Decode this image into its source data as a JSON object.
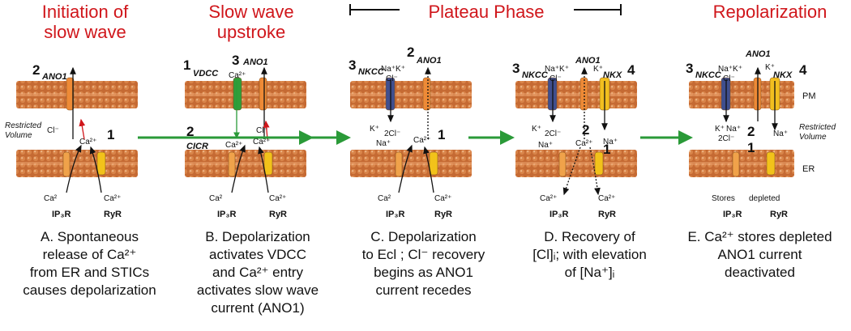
{
  "phases": [
    {
      "id": "initiation",
      "title": "Initiation of\nslow wave"
    },
    {
      "id": "upstroke",
      "title": "Slow wave\nupstroke"
    },
    {
      "id": "plateau",
      "title": "Plateau Phase"
    },
    {
      "id": "repolarization",
      "title": "Repolarization"
    }
  ],
  "colors": {
    "phase_title": "#d0161b",
    "membrane": "#c56a33",
    "membrane_light": "#e9a06c",
    "arrow_green": "#2a9a38",
    "ano1": "#ee8a36",
    "vdcc": "#2f9e3a",
    "nkcc": "#3f4f8f",
    "nkx": "#f2bf1f",
    "ip3r": "#f0a24a",
    "ryr": "#f2c21a"
  },
  "panels": [
    {
      "id": "A",
      "caption": "A. Spontaneous\nrelease of Ca²⁺\nfrom ER and STICs\ncauses depolarization",
      "labels": {
        "ano1_num": "2",
        "ano1": "ANO1",
        "restricted": "Restricted\nVolume",
        "cl": "Cl⁻",
        "ca_mid": "Ca²⁺",
        "num1": "1",
        "ca_left": "Ca²",
        "ca_right": "Ca²⁺",
        "ip3r": "IP₃R",
        "ryr": "RyR"
      }
    },
    {
      "id": "B",
      "caption": "B. Depolarization\nactivates VDCC\nand Ca²⁺ entry\nactivates slow wave\ncurrent (ANO1)",
      "labels": {
        "num1": "1",
        "vdcc": "VDCC",
        "num3": "3",
        "ano1": "ANO1",
        "ca_top": "Ca²⁺",
        "cl": "Cl⁻",
        "num2": "2",
        "cicr": "CICR",
        "ca_mid_left": "Ca²⁺",
        "ca_mid_right": "Ca²⁺",
        "ca_left": "Ca²",
        "ca_right": "Ca²⁺",
        "ip3r": "IP₃R",
        "ryr": "RyR"
      }
    },
    {
      "id": "C",
      "caption": "C. Depolarization\nto Ecl ; Cl⁻ recovery\nbegins as ANO1\ncurrent recedes",
      "labels": {
        "num3": "3",
        "nkcc": "NKCC",
        "ions_top": "Na⁺K⁺",
        "cl_top": "Cl⁻",
        "num2": "2",
        "ano1": "ANO1",
        "k": "K⁺",
        "cl2": "2Cl⁻",
        "na": "Na⁺",
        "ca_mid": "Ca²⁺",
        "num1": "1",
        "ca_left": "Ca²",
        "ca_right": "Ca²⁺",
        "ip3r": "IP₃R",
        "ryr": "RyR"
      }
    },
    {
      "id": "D",
      "caption": "D. Recovery of\n[Cl]ᵢ; with elevation\nof [Na⁺]ᵢ",
      "labels": {
        "num3": "3",
        "nkcc": "NKCC",
        "ions_top": "Na⁺K⁺",
        "cl_top": "Cl⁻",
        "ano1": "ANO1",
        "k_top": "K⁺",
        "nkx": "NKX",
        "num4": "4",
        "k": "K⁺",
        "cl2": "2Cl⁻",
        "na": "Na⁺",
        "num2": "2",
        "ca_mid": "Ca²⁺",
        "na_right": "Na⁺",
        "num1": "1",
        "ca_left": "Ca²⁺",
        "ca_right": "Ca²⁺",
        "ip3r": "IP₃R",
        "ryr": "RyR"
      }
    },
    {
      "id": "E",
      "caption": "E. Ca²⁺ stores depleted\nANO1 current\ndeactivated",
      "labels": {
        "num3": "3",
        "nkcc": "NKCC",
        "ions_top": "Na⁺K⁺",
        "cl_top": "Cl⁻",
        "ano1": "ANO1",
        "k_top": "K⁺",
        "nkx": "NKX",
        "num4": "4",
        "pm": "PM",
        "k": "K⁺",
        "na": "Na⁺",
        "cl2": "2Cl⁻",
        "num2": "2",
        "na_right": "Na⁺",
        "restricted": "Restricted\nVolume",
        "num1": "1",
        "er": "ER",
        "stores": "Stores",
        "depleted": "depleted",
        "ip3r": "IP₃R",
        "ryr": "RyR"
      }
    }
  ]
}
